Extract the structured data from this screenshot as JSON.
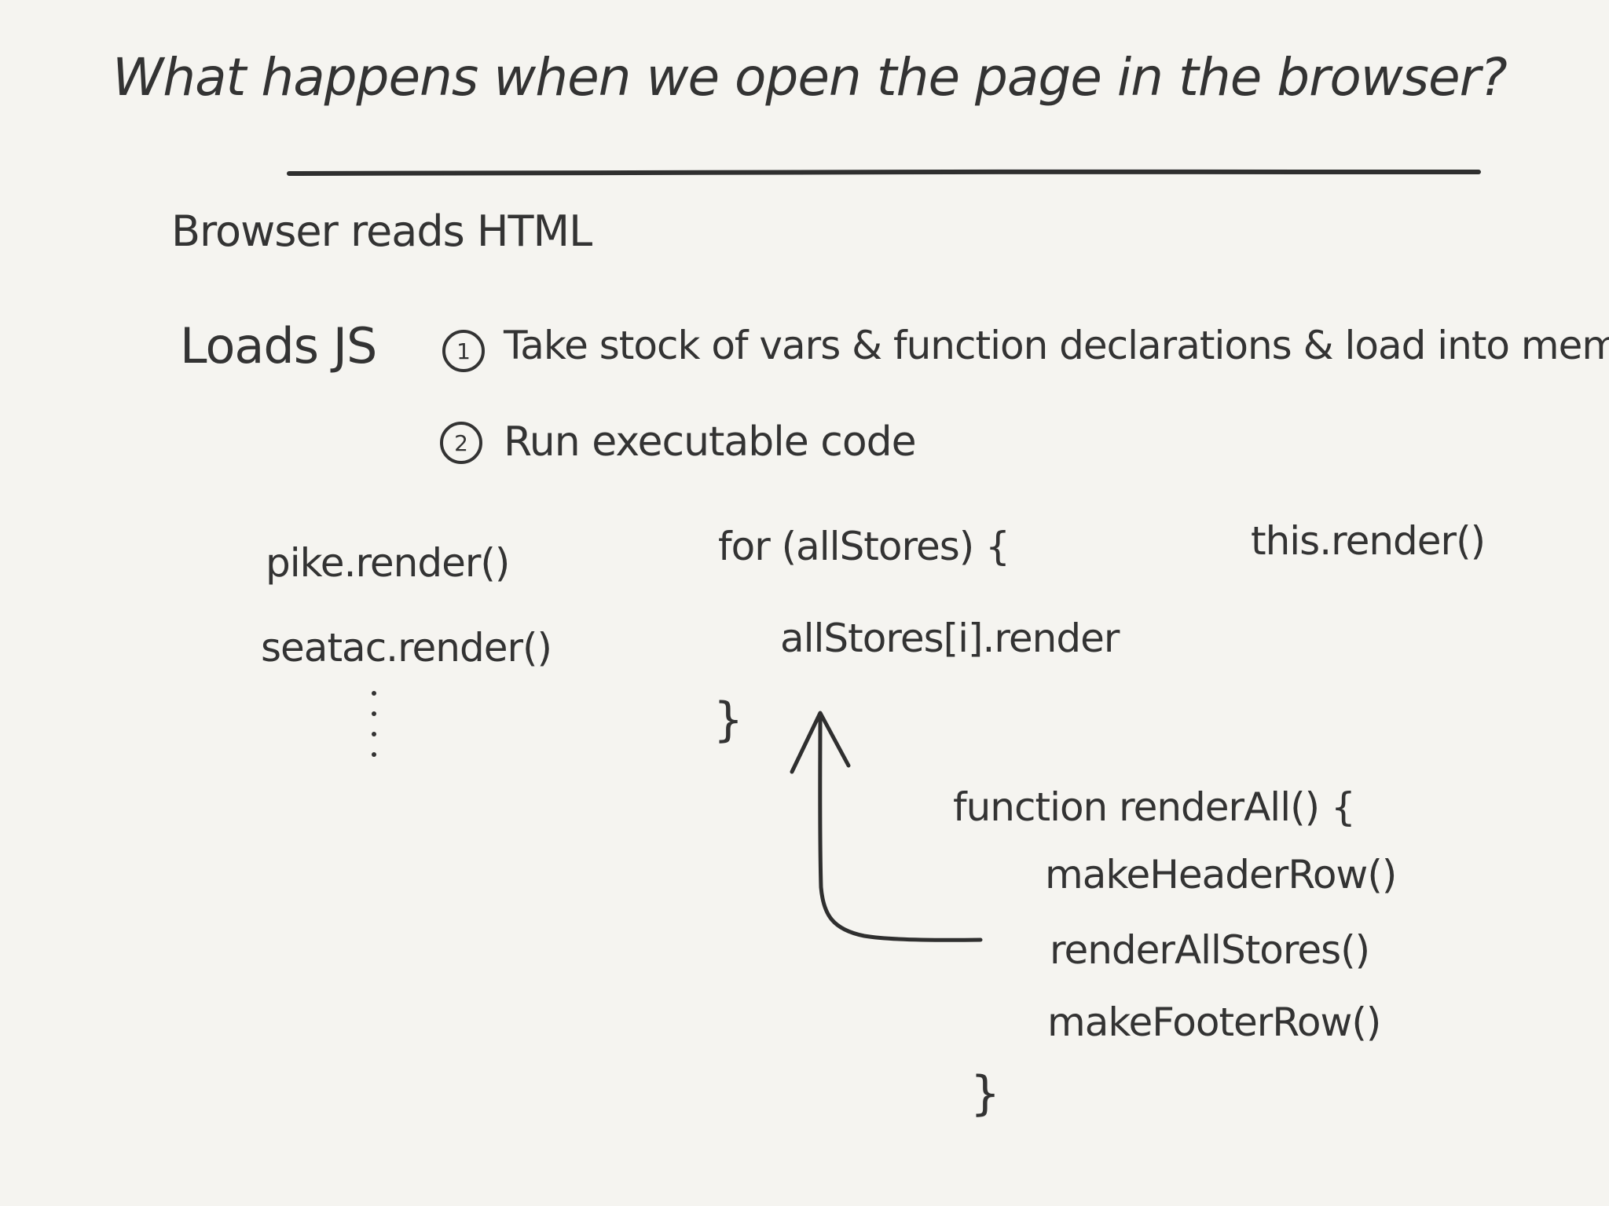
{
  "title": "What happens when we open the page in the browser?",
  "line1": "Browser reads HTML",
  "line2": "Loads JS",
  "steps": [
    {
      "number": "1",
      "text": "Take stock of vars & function declarations & load into mem.."
    },
    {
      "number": "2",
      "text": "Run executable code"
    }
  ],
  "code_left": {
    "line1": "pike.render()",
    "line2": "seatac.render()"
  },
  "code_loop": {
    "open": "for (allStores) {",
    "body": "allStores[i].render",
    "close": "}"
  },
  "code_right": {
    "line1": "this.render()"
  },
  "code_function": {
    "open": "function renderAll() {",
    "line1": "makeHeaderRow()",
    "line2": "renderAllStores()",
    "line3": "makeFooterRow()",
    "close": "}"
  },
  "colors": {
    "background": "#f5f4f0",
    "ink": "#333333"
  }
}
